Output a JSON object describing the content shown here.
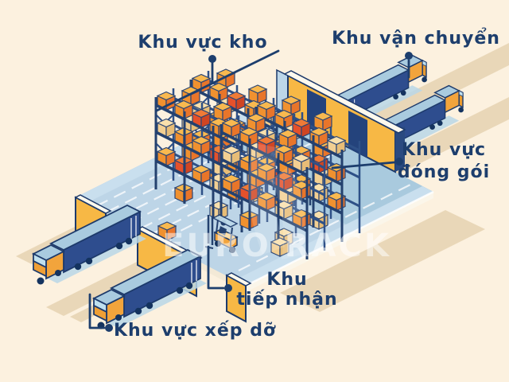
{
  "diagram": {
    "type": "isometric-warehouse-zones",
    "watermark": "EURO RACK",
    "zones": [
      {
        "id": "storage",
        "label": "Khu vực kho",
        "lines": [
          "Khu vực kho"
        ]
      },
      {
        "id": "transport",
        "label": "Khu vận chuyển",
        "lines": [
          "Khu vận chuyển"
        ]
      },
      {
        "id": "packing",
        "label": "Khu vực đóng gói",
        "lines": [
          "Khu vực",
          "đóng gói"
        ]
      },
      {
        "id": "receiving",
        "label": "Khu tiếp nhận",
        "lines": [
          "Khu",
          "tiếp nhận"
        ]
      },
      {
        "id": "unloading",
        "label": "Khu vực xếp dỡ",
        "lines": [
          "Khu vực xếp dỡ"
        ]
      }
    ],
    "colors": {
      "background": "#fcf1df",
      "label_text": "#1d3e6d",
      "frame_navy": "#24416f",
      "floor_blue": "#a9cade",
      "floor_light": "#bdd5e7",
      "walkway": "#c9dfee",
      "wall_yellow": "#f7b845",
      "box_orange": "#f0912f",
      "box_orange_dark": "#e8752a",
      "box_top": "#f9b94f",
      "box_red": "#e5512b",
      "box_cream": "#f2cf92",
      "truck_navy": "#2e4d8e",
      "truck_top_blue": "#a9cbdf",
      "shadow_tan": "#e9d7b8",
      "marking_white": "#ffffff"
    }
  }
}
